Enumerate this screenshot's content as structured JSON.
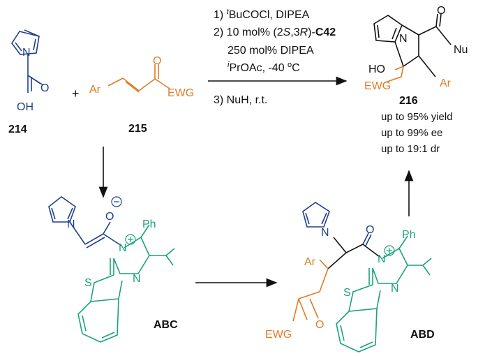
{
  "compounds": {
    "c214": "214",
    "c215": "215",
    "c216": "216",
    "abc": "ABC",
    "abd": "ABD"
  },
  "scheme": {
    "plus": "+"
  },
  "conditions": {
    "c1_pre": "1) ",
    "c1_sup": "t",
    "c1_post": "BuCOCl, DIPEA",
    "c2_pre": "2) 10 mol% (2",
    "c2_s": "S",
    "c2_mid": ",3",
    "c2_r": "R",
    "c2_post": ")-",
    "c2_cat": "C42",
    "base": "250 mol% DIPEA",
    "sol_sup": "i",
    "sol_post": "PrOAc, -40 ",
    "deg": "o",
    "c": "C",
    "c3": "3) NuH, r.t."
  },
  "results": {
    "yield": "up to 95% yield",
    "ee": "up to 99% ee",
    "dr": "up to 19:1 dr"
  },
  "atoms": {
    "n": "N",
    "o": "O",
    "oh": "OH",
    "ho": "HO",
    "ar": "Ar",
    "ewg": "EWG",
    "nu": "Nu",
    "ph": "Ph",
    "s": "S"
  },
  "colors": {
    "pyrrole": "#1f3f8f",
    "substrate": "#e07b26",
    "catalyst": "#19a27d",
    "text": "#111111"
  }
}
